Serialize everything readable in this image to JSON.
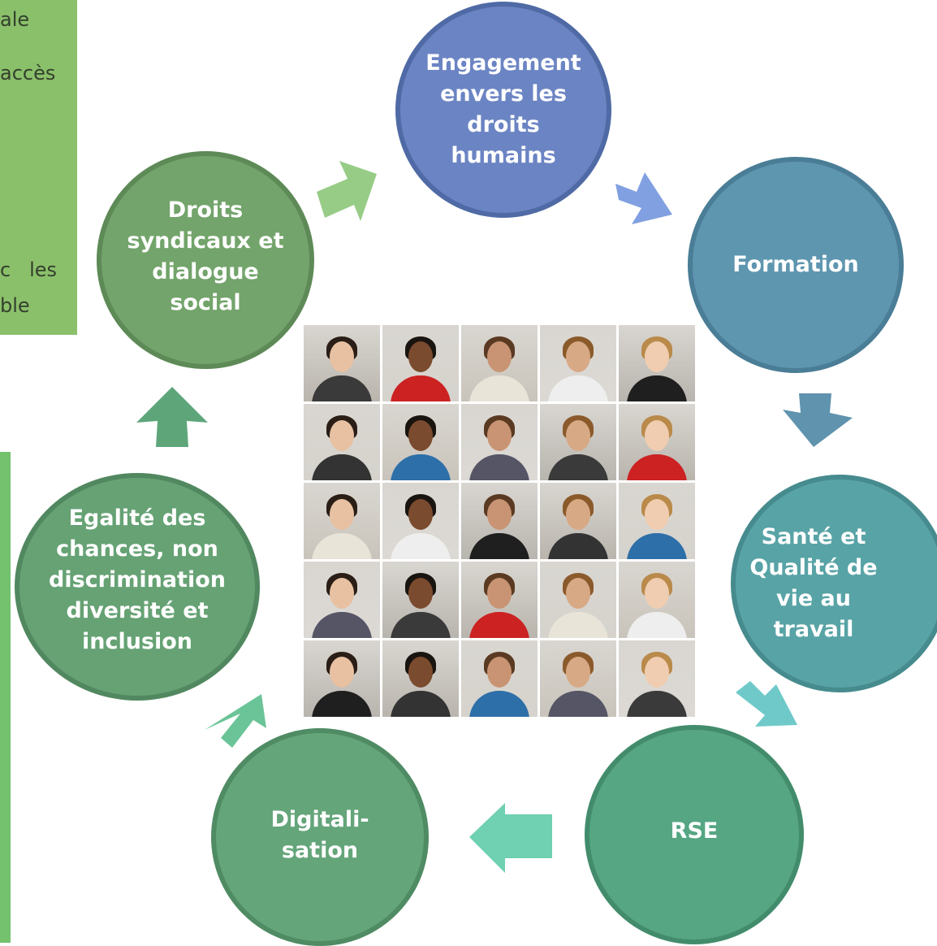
{
  "side_box_top": {
    "color": "#8bc06b",
    "fragments": [
      "ale",
      "accès",
      "c   les",
      "ble"
    ]
  },
  "side_box_bottom": {
    "color": "#74c16e"
  },
  "nodes": [
    {
      "id": "engagement",
      "label": "Engagement\nenvers les\ndroits\nhumains",
      "color": "#6b84c3"
    },
    {
      "id": "formation",
      "label": "Formation",
      "color": "#5e96b0"
    },
    {
      "id": "sante",
      "label": "Santé et\nQualité de\nvie au\ntravail",
      "color": "#58a3a6"
    },
    {
      "id": "rse",
      "label": "RSE",
      "color": "#56a683"
    },
    {
      "id": "digitalisation",
      "label": "Digitali-\nsation",
      "color": "#64a57a"
    },
    {
      "id": "egalite",
      "label": "Egalité des\nchances, non\ndiscrimination\ndiversité et\ninclusion",
      "color": "#66a274"
    },
    {
      "id": "droits-syndicaux",
      "label": "Droits\nsyndicaux et\ndialogue\nsocial",
      "color": "#73a46b"
    }
  ],
  "arrows": [
    {
      "id": "droits-to-engagement",
      "color": "#8cc67a"
    },
    {
      "id": "engagement-to-formation",
      "color": "#7a9bdf"
    },
    {
      "id": "formation-to-sante",
      "color": "#5f93ae"
    },
    {
      "id": "sante-to-rse",
      "color": "#6fc9c9"
    },
    {
      "id": "rse-to-digitalisation",
      "color": "#6fd0b2"
    },
    {
      "id": "digitalisation-to-egalite",
      "color": "#6bc497"
    },
    {
      "id": "egalite-to-droits",
      "color": "#5ea67a"
    }
  ],
  "photo_grid": {
    "rows": 5,
    "cols": 5
  }
}
